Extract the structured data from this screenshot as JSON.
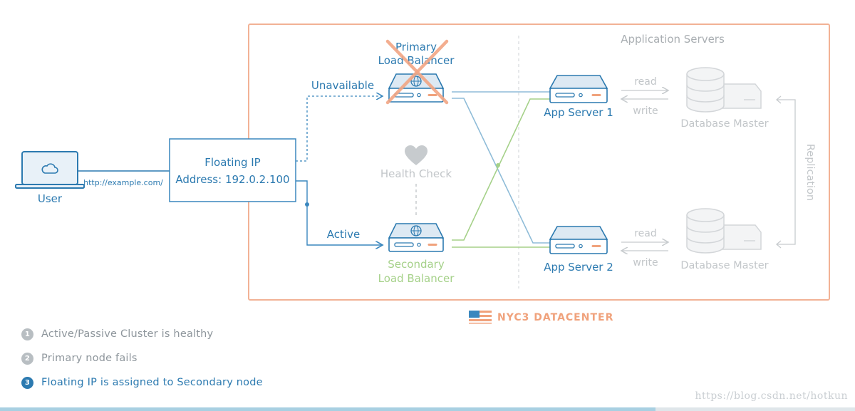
{
  "user": {
    "label": "User",
    "url": "http://example.com/"
  },
  "floating_ip": {
    "title": "Floating IP",
    "address": "Address: 192.0.2.100"
  },
  "primary_lb": {
    "line1": "Primary",
    "line2": "Load Balancer",
    "status": "Unavailable"
  },
  "secondary_lb": {
    "line1": "Secondary",
    "line2": "Load Balancer",
    "status": "Active"
  },
  "health_check": "Health Check",
  "app_servers_title": "Application Servers",
  "app_server_1": "App Server 1",
  "app_server_2": "App Server 2",
  "db_1": {
    "label": "Database Master",
    "read": "read",
    "write": "write"
  },
  "db_2": {
    "label": "Database Master",
    "read": "read",
    "write": "write"
  },
  "replication": "Replication",
  "datacenter": "NYC3 DATACENTER",
  "steps": [
    {
      "num": "1",
      "text": "Active/Passive Cluster is healthy"
    },
    {
      "num": "2",
      "text": "Primary node fails"
    },
    {
      "num": "3",
      "text": "Floating IP is assigned to Secondary node"
    }
  ],
  "watermark": "https://blog.csdn.net/hotkun",
  "colors": {
    "blue": "#2c7ab0",
    "green": "#a5d189",
    "orange": "#f0a27c",
    "gray": "#c7cbce"
  }
}
